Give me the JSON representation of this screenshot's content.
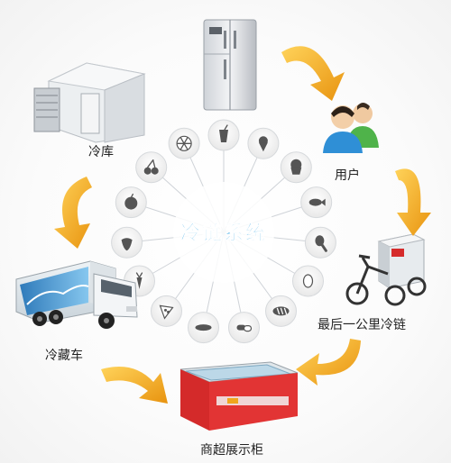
{
  "center": {
    "title": "冷链系统"
  },
  "stages": [
    {
      "id": "cold-storage",
      "label": "冷库",
      "icon": "cold-storage-room-icon"
    },
    {
      "id": "refrigerator",
      "label": "",
      "icon": "refrigerator-icon"
    },
    {
      "id": "user",
      "label": "用户",
      "icon": "users-icon"
    },
    {
      "id": "last-mile",
      "label": "最后一公里冷链",
      "icon": "refrigerated-tricycle-icon"
    },
    {
      "id": "display-freezer",
      "label": "商超展示柜",
      "icon": "display-freezer-icon"
    },
    {
      "id": "reefer-truck",
      "label": "冷藏车",
      "icon": "refrigerated-truck-icon"
    }
  ],
  "food_icons": [
    "citrus-slice-icon",
    "drink-cup-icon",
    "ice-cream-icon",
    "cupcake-icon",
    "fish-icon",
    "meat-leg-icon",
    "egg-icon",
    "bread-icon",
    "pills-icon",
    "sausage-icon",
    "pizza-slice-icon",
    "carrot-icon",
    "strawberry-icon",
    "apple-icon",
    "cherries-icon"
  ],
  "colors": {
    "accent": "#39a9e6",
    "arrow": "#f0a51e",
    "spoke": "#cfd3d8",
    "icon_circle": "#f4f4f4"
  }
}
